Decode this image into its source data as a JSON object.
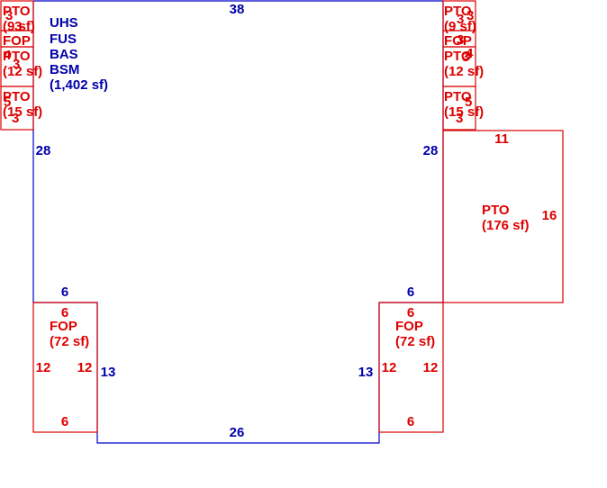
{
  "colors": {
    "main_building": "#0000cc",
    "attachments": "#dd0000"
  },
  "main_area": {
    "codes": [
      "UHS",
      "FUS",
      "BAS",
      "BSM"
    ],
    "area": "(1,402 sf)",
    "dims": {
      "top": "38",
      "left": "28",
      "right": "28",
      "bottom": "26",
      "notch_left_top": "6",
      "notch_right_top": "6",
      "notch_left_side": "13",
      "notch_right_side": "13"
    }
  },
  "pto_east": {
    "label": "PTO",
    "area": "(176 sf)",
    "dims": {
      "top": "11",
      "right": "16"
    }
  },
  "fop_sw": {
    "label": "FOP",
    "area": "(72 sf)",
    "dims": {
      "top": "6",
      "left": "12",
      "right": "12",
      "bottom": "6"
    }
  },
  "fop_se": {
    "label": "FOP",
    "area": "(72 sf)",
    "dims": {
      "top": "6",
      "left": "12",
      "right": "12",
      "bottom": "6"
    }
  },
  "small_left": [
    {
      "label": "PTO",
      "area": "(9 sf)",
      "dim_a": "3",
      "dim_b": "3"
    },
    {
      "label": "FOP",
      "area": "",
      "dim_a": "",
      "dim_b": ""
    },
    {
      "label": "PTO",
      "area": "(12 sf)",
      "dim_a": "4",
      "dim_b": "3"
    },
    {
      "label": "PTO",
      "area": "(15 sf)",
      "dim_a": "5",
      "dim_b": "3"
    }
  ],
  "small_right": [
    {
      "label": "PTO",
      "area": "(9 sf)",
      "dim_a": "3",
      "dim_b": "3"
    },
    {
      "label": "FOP",
      "area": "",
      "dim_a": "3",
      "dim_b": ""
    },
    {
      "label": "PTO",
      "area": "(12 sf)",
      "dim_a": "4",
      "dim_b": "3"
    },
    {
      "label": "PTO",
      "area": "(15 sf)",
      "dim_a": "5",
      "dim_b": "3"
    }
  ]
}
